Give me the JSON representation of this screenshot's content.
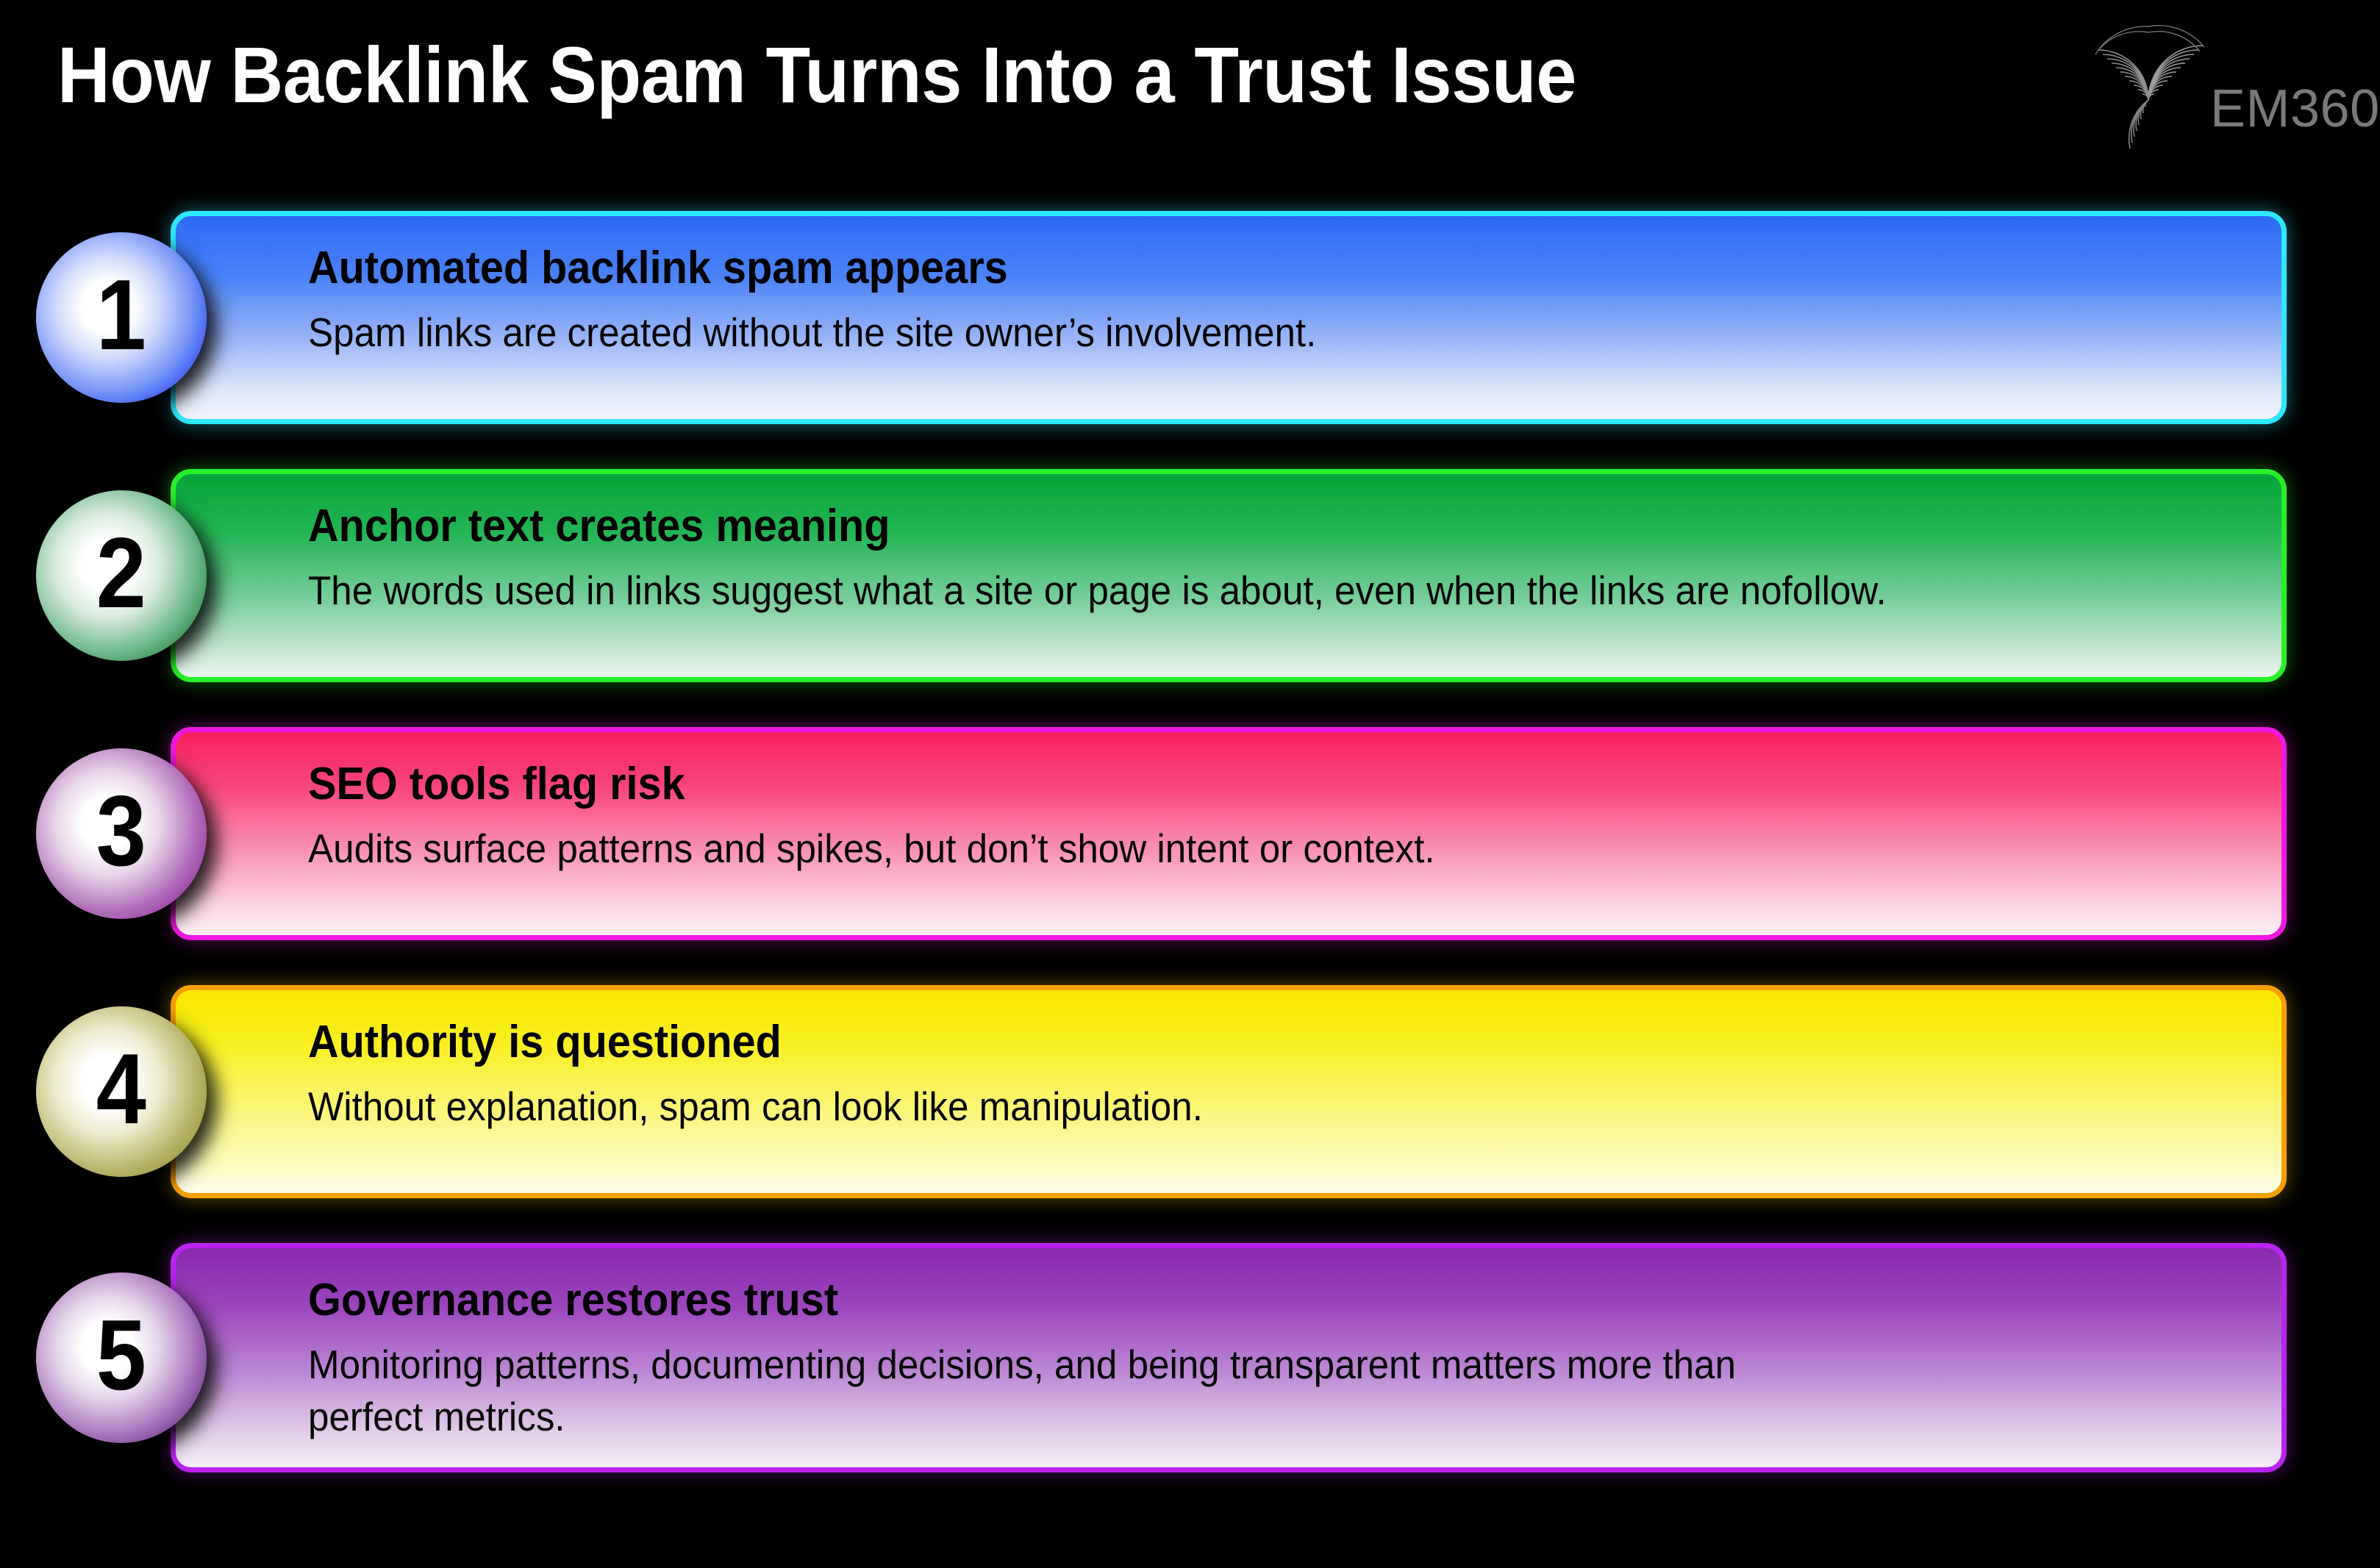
{
  "header": {
    "title": "How Backlink Spam Turns Into a Trust Issue",
    "logo": {
      "wordmark": "EM360",
      "mark_icon": "concentric-arc-spiral-icon",
      "mark_color": "#8a8a8a",
      "wordmark_color": "#7a7a7a"
    }
  },
  "background_color": "#000000",
  "title_color": "#ffffff",
  "steps": [
    {
      "number": "1",
      "heading": "Automated backlink spam appears",
      "body": "Spam links are created without the site owner’s involvement.",
      "border_color": "#2ee8ff",
      "fill_top_color": "#2d6bf5",
      "fill_bottom_color": "#f2f5fe",
      "badge_edge_color": "#1431ee"
    },
    {
      "number": "2",
      "heading": "Anchor text creates meaning",
      "body": "The words used in links suggest what a site or page is about, even when the links are nofollow.",
      "border_color": "#28ef28",
      "fill_top_color": "#07a23c",
      "fill_bottom_color": "#eaf6ef",
      "badge_edge_color": "#14762f"
    },
    {
      "number": "3",
      "heading": "SEO tools flag risk",
      "body": "Audits surface patterns and spikes, but don’t show intent or context.",
      "border_color": "#f018e0",
      "fill_top_color": "#f7215f",
      "fill_bottom_color": "#fdf0f4",
      "badge_edge_color": "#8a1f94"
    },
    {
      "number": "4",
      "heading": "Authority is questioned",
      "body": "Without explanation, spam can look like manipulation.",
      "border_color": "#f5a000",
      "fill_top_color": "#f7e800",
      "fill_bottom_color": "#fefde8",
      "badge_edge_color": "#8c8a22"
    },
    {
      "number": "5",
      "heading": "Governance restores trust",
      "body": "Monitoring patterns, documenting decisions, and being transparent matters more than perfect metrics.",
      "border_color": "#b824f0",
      "fill_top_color": "#8a28b0",
      "fill_bottom_color": "#f4edf7",
      "badge_edge_color": "#5d1d77"
    }
  ]
}
